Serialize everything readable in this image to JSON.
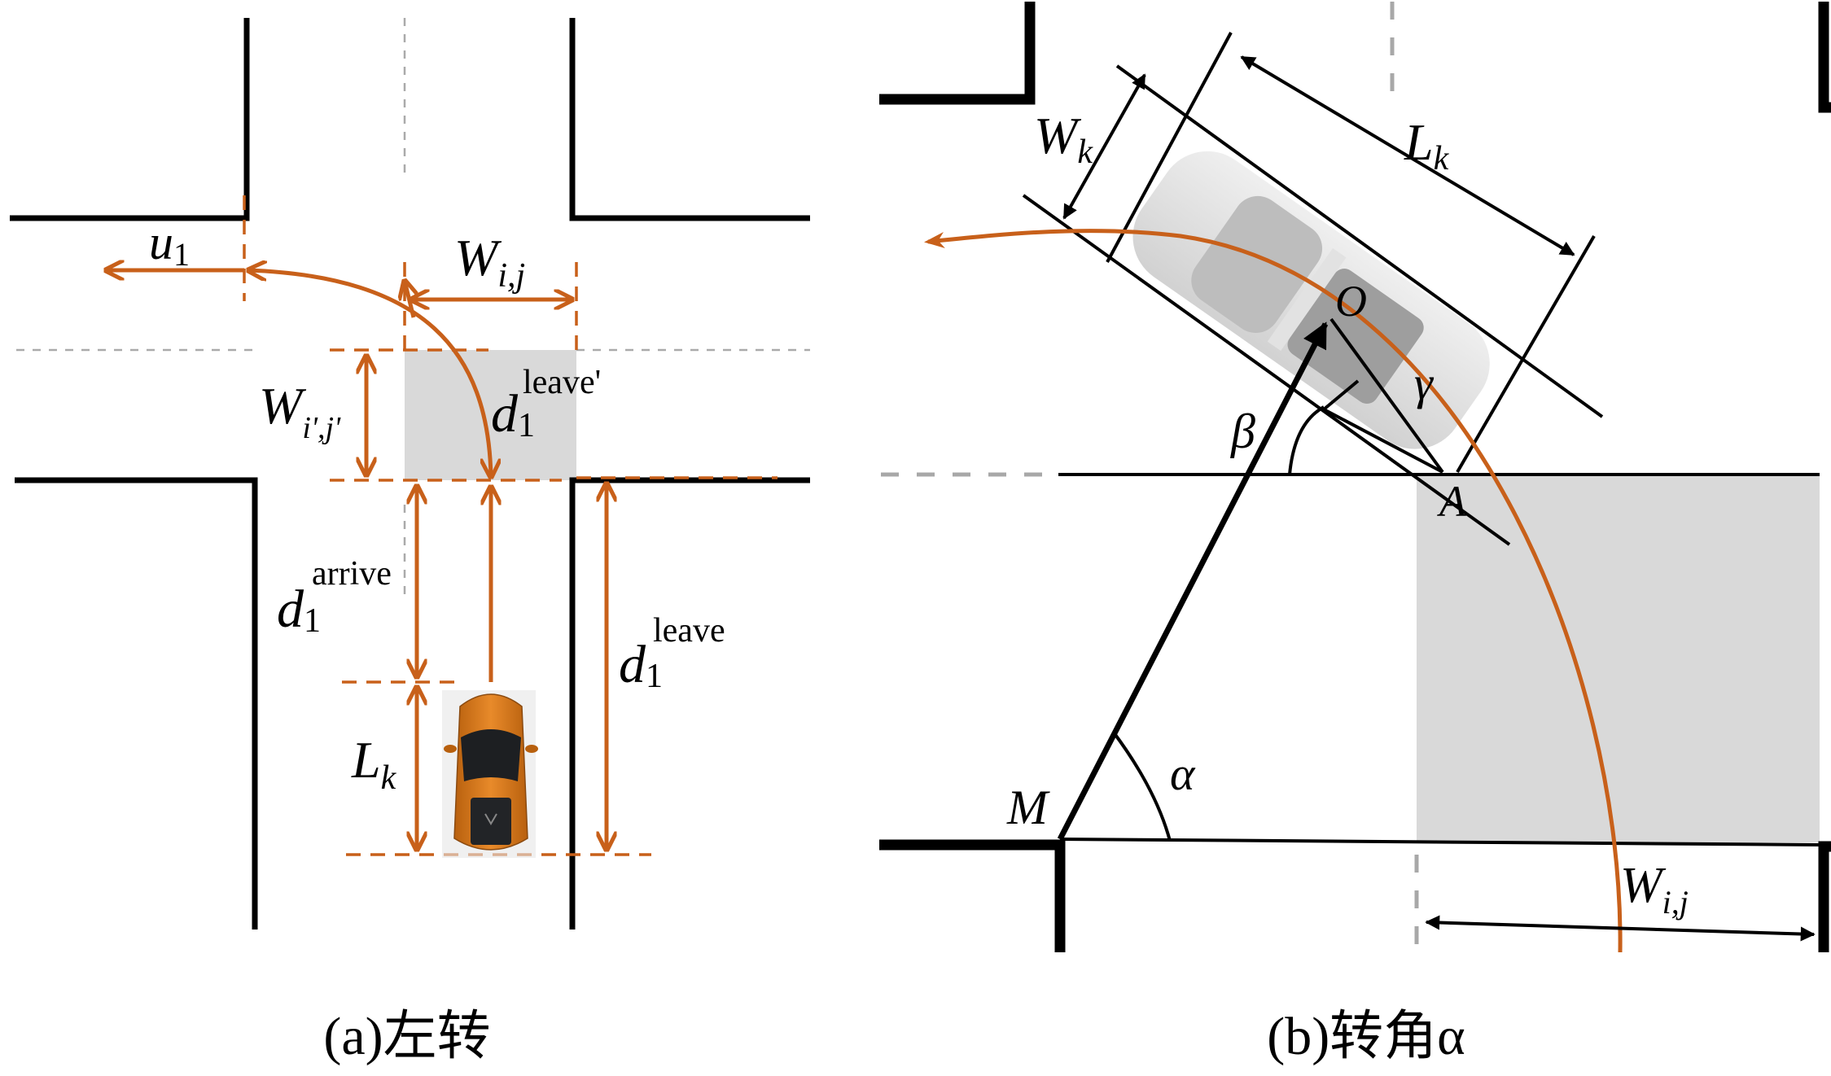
{
  "figure": {
    "panel_a": {
      "caption": "(a)左转",
      "labels": {
        "u1": {
          "main": "u",
          "sub": "1"
        },
        "w_ij": {
          "main": "W",
          "sub": "i,j"
        },
        "w_ipjp": {
          "main": "W",
          "sub": "i',j'"
        },
        "d_leave_prime": {
          "main": "d",
          "sub": "1",
          "sup": "leave'"
        },
        "d_arrive": {
          "main": "d",
          "sub": "1",
          "sup": "arrive"
        },
        "d_leave": {
          "main": "d",
          "sub": "1",
          "sup": "leave"
        },
        "l_k": {
          "main": "L",
          "sub": "k"
        }
      },
      "vehicle": {
        "color": "orange",
        "heading": "north",
        "maneuver": "left turn"
      }
    },
    "panel_b": {
      "caption": "(b)转角α",
      "labels": {
        "w_k": {
          "main": "W",
          "sub": "k"
        },
        "l_k": {
          "main": "L",
          "sub": "k"
        },
        "o": "O",
        "gamma": "γ",
        "beta": "β",
        "a": "A",
        "m": "M",
        "alpha": "α",
        "w_ij": {
          "main": "W",
          "sub": "i,j"
        }
      },
      "vehicle": {
        "color": "silver",
        "maneuver": "left turn"
      }
    },
    "colors": {
      "trajectory": "#c8601a",
      "road_edge": "#000000",
      "conflict_zone": "#d9d9d9",
      "center_line": "#aaaaaa"
    }
  }
}
